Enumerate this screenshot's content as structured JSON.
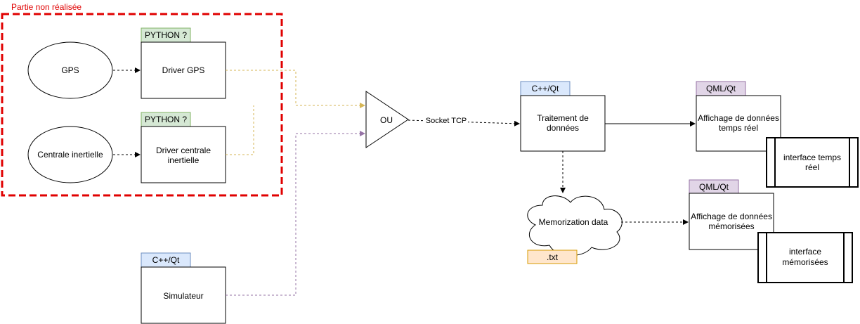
{
  "region": {
    "label": "Partie non réalisée",
    "color": "#e00000"
  },
  "nodes": {
    "gps": {
      "label": "GPS"
    },
    "centrale": {
      "label": "Centrale inertielle"
    },
    "driver_gps": {
      "line1": "Driver GPS",
      "tag": "PYTHON ?"
    },
    "driver_centrale": {
      "line1": "Driver centrale",
      "line2": "inertielle",
      "tag": "PYTHON ?"
    },
    "simulateur": {
      "line1": "Simulateur",
      "tag": "C++/Qt"
    },
    "ou": {
      "label": "OU"
    },
    "traitement": {
      "line1": "Traitement de",
      "line2": "données",
      "tag": "C++/Qt"
    },
    "memorization": {
      "label": "Memorization data",
      "tag": ".txt"
    },
    "affichage_reel": {
      "line1": "Affichage de données",
      "line2": "temps réel",
      "tag": "QML/Qt"
    },
    "affichage_memo": {
      "line1": "Affichage de données",
      "line2": "mémorisées",
      "tag": "QML/Qt"
    },
    "interface_reel": {
      "line1": "interface temps",
      "line2": "réel"
    },
    "interface_memo": {
      "line1": "interface",
      "line2": "mémorisées"
    }
  },
  "edges": {
    "socket_label": "Socket TCP"
  },
  "colors": {
    "tag_python": "#d5e8d4",
    "tag_python_border": "#82b366",
    "tag_cpp": "#dae8fc",
    "tag_cpp_border": "#6c8ebf",
    "tag_qml": "#e1d5e7",
    "tag_qml_border": "#9673a6",
    "tag_txt": "#ffe6cc",
    "tag_txt_border": "#d79b00",
    "edge_gps": "#d6b656",
    "edge_sim": "#9673a6"
  }
}
